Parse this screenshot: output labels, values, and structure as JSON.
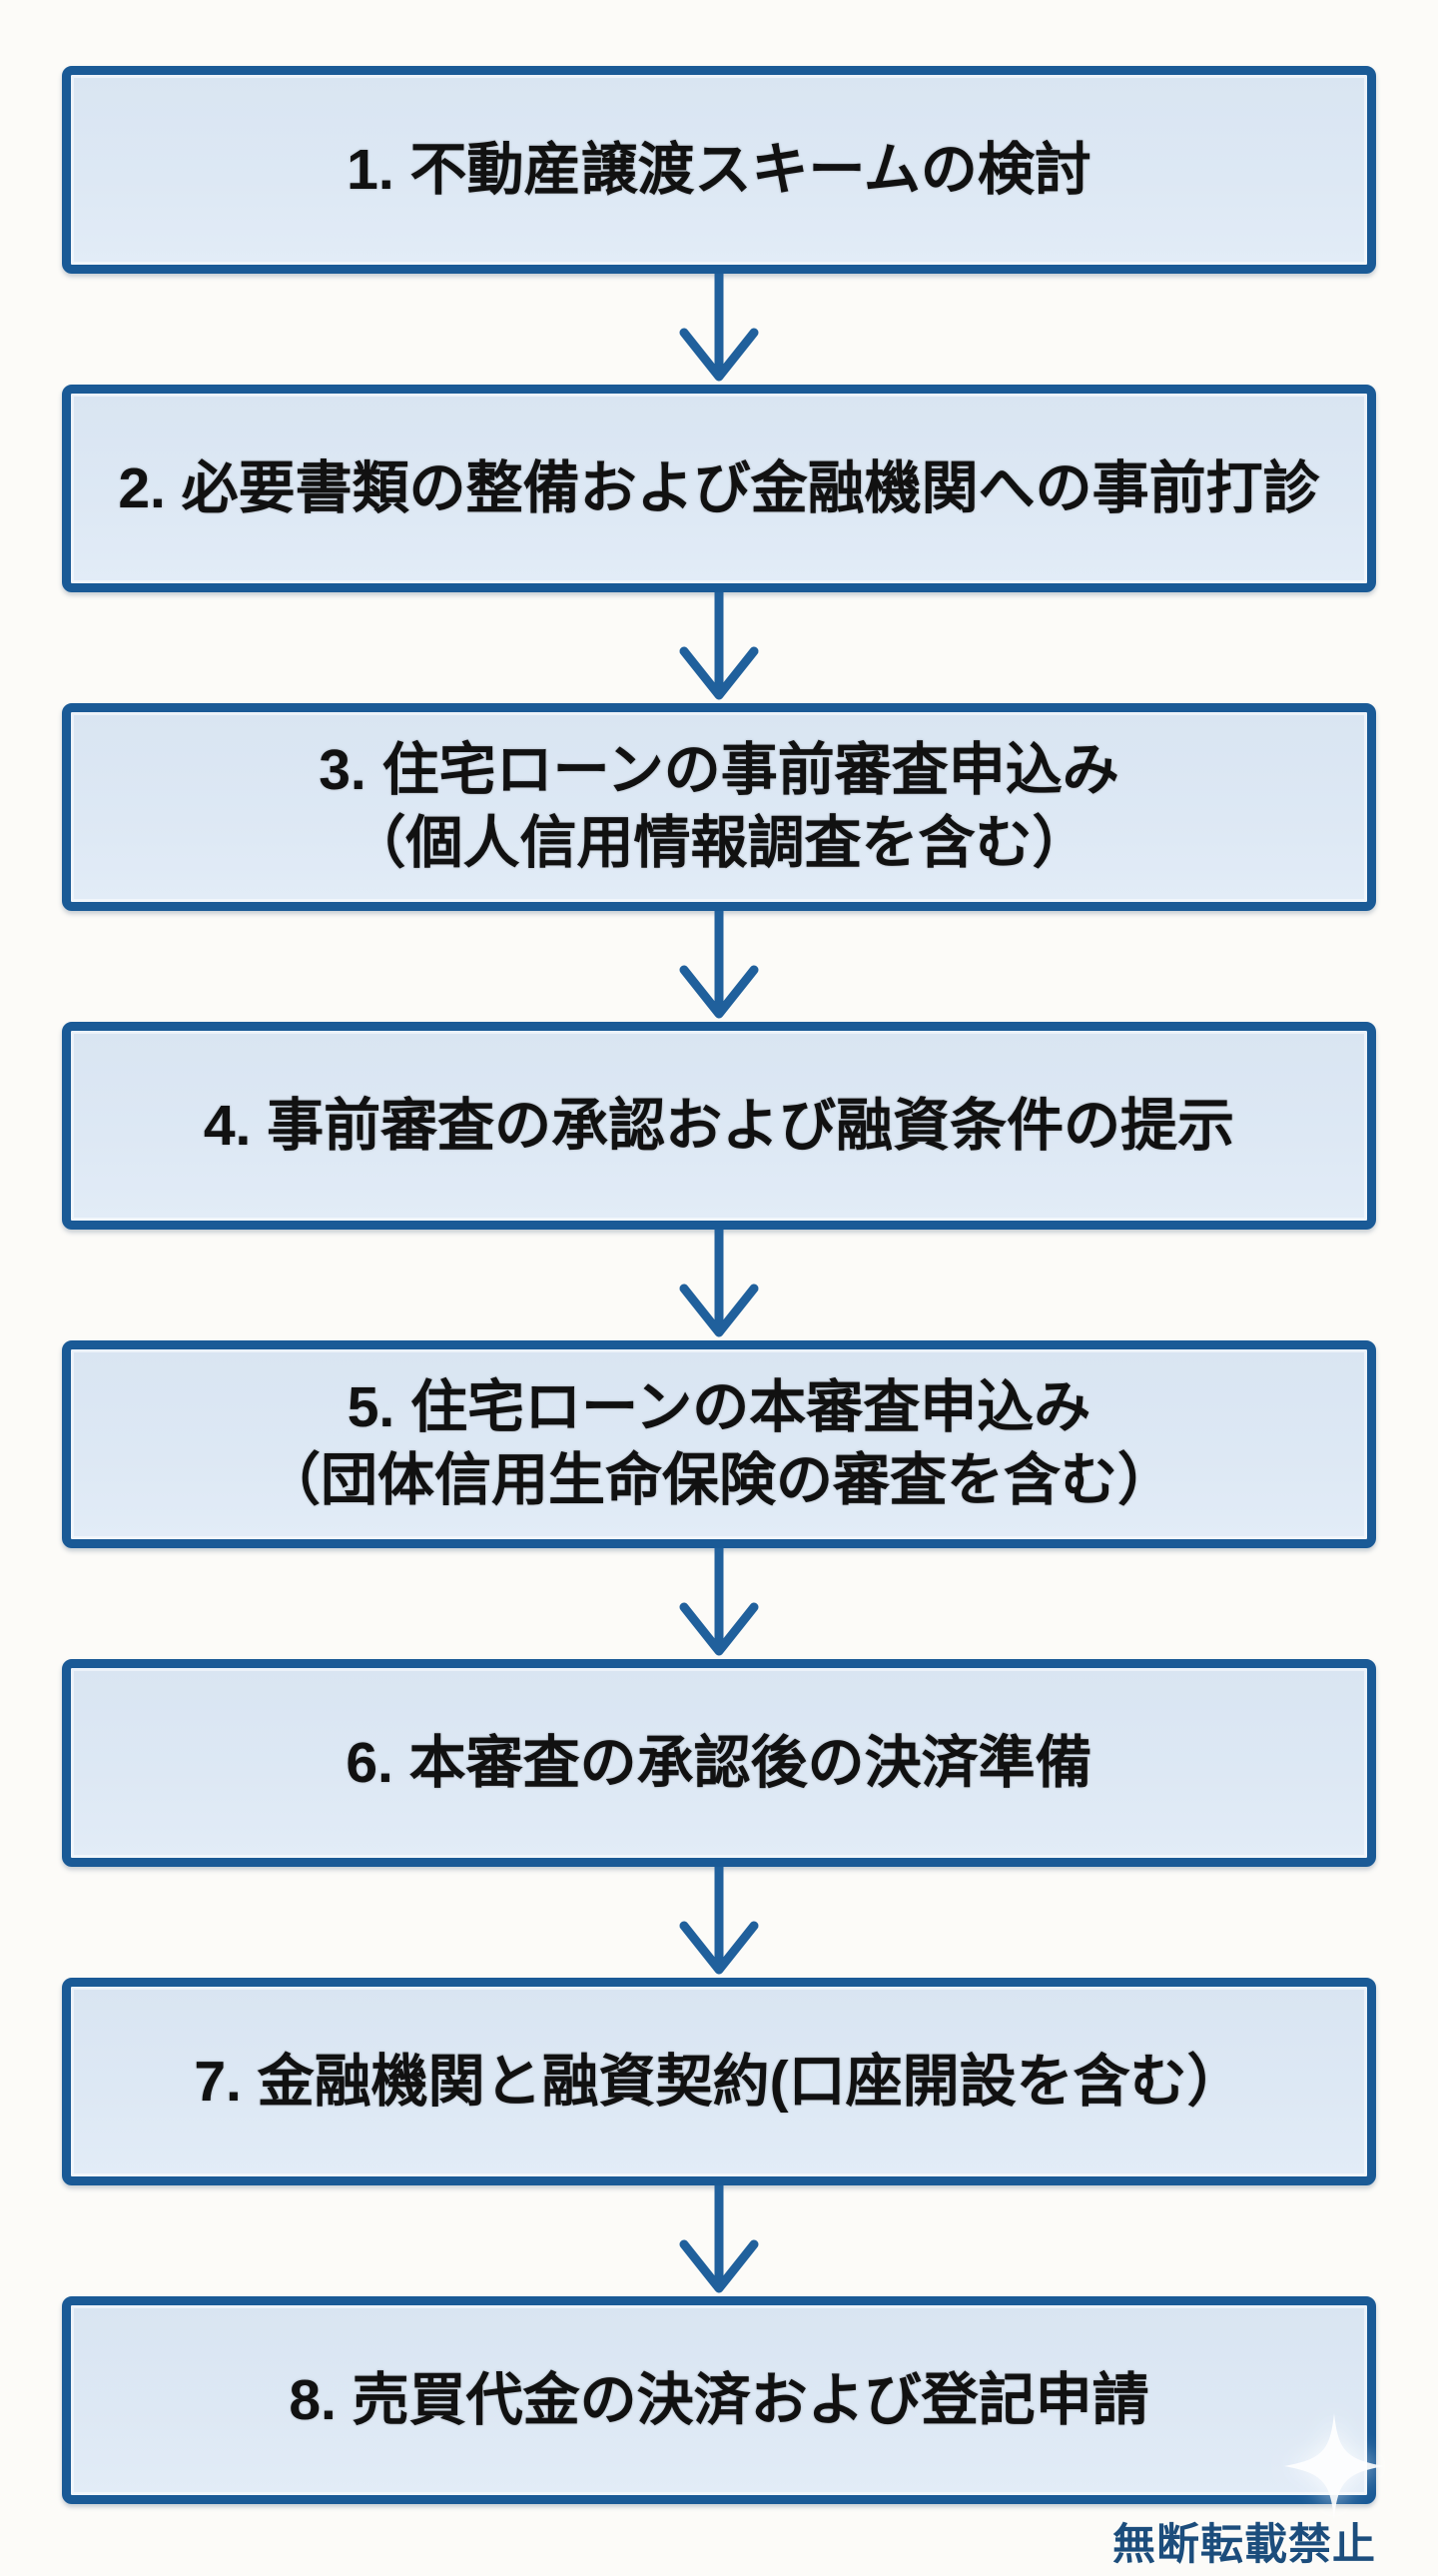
{
  "page": {
    "background": "#fcfbf8",
    "watermark": "無断転載禁止"
  },
  "colors": {
    "box_fill": "#dde8f4",
    "box_border": "#1a5a96",
    "arrow": "#20609c",
    "step_text": "#111111",
    "watermark_text": "#1c4d7c"
  },
  "flow": {
    "type": "vertical-flowchart",
    "steps": [
      {
        "label": "1. 不動産譲渡スキームの検討"
      },
      {
        "label": "2. 必要書類の整備および金融機関への事前打診"
      },
      {
        "label": "3. 住宅ローンの事前審査申込み\n（個人信用情報調査を含む）"
      },
      {
        "label": "4. 事前審査の承認および融資条件の提示"
      },
      {
        "label": "5. 住宅ローンの本審査申込み\n（団体信用生命保険の審査を含む）"
      },
      {
        "label": "6. 本審査の承認後の決済準備"
      },
      {
        "label": "7. 金融機関と融資契約(口座開設を含む）"
      },
      {
        "label": "8. 売買代金の決済および登記申請"
      }
    ]
  }
}
